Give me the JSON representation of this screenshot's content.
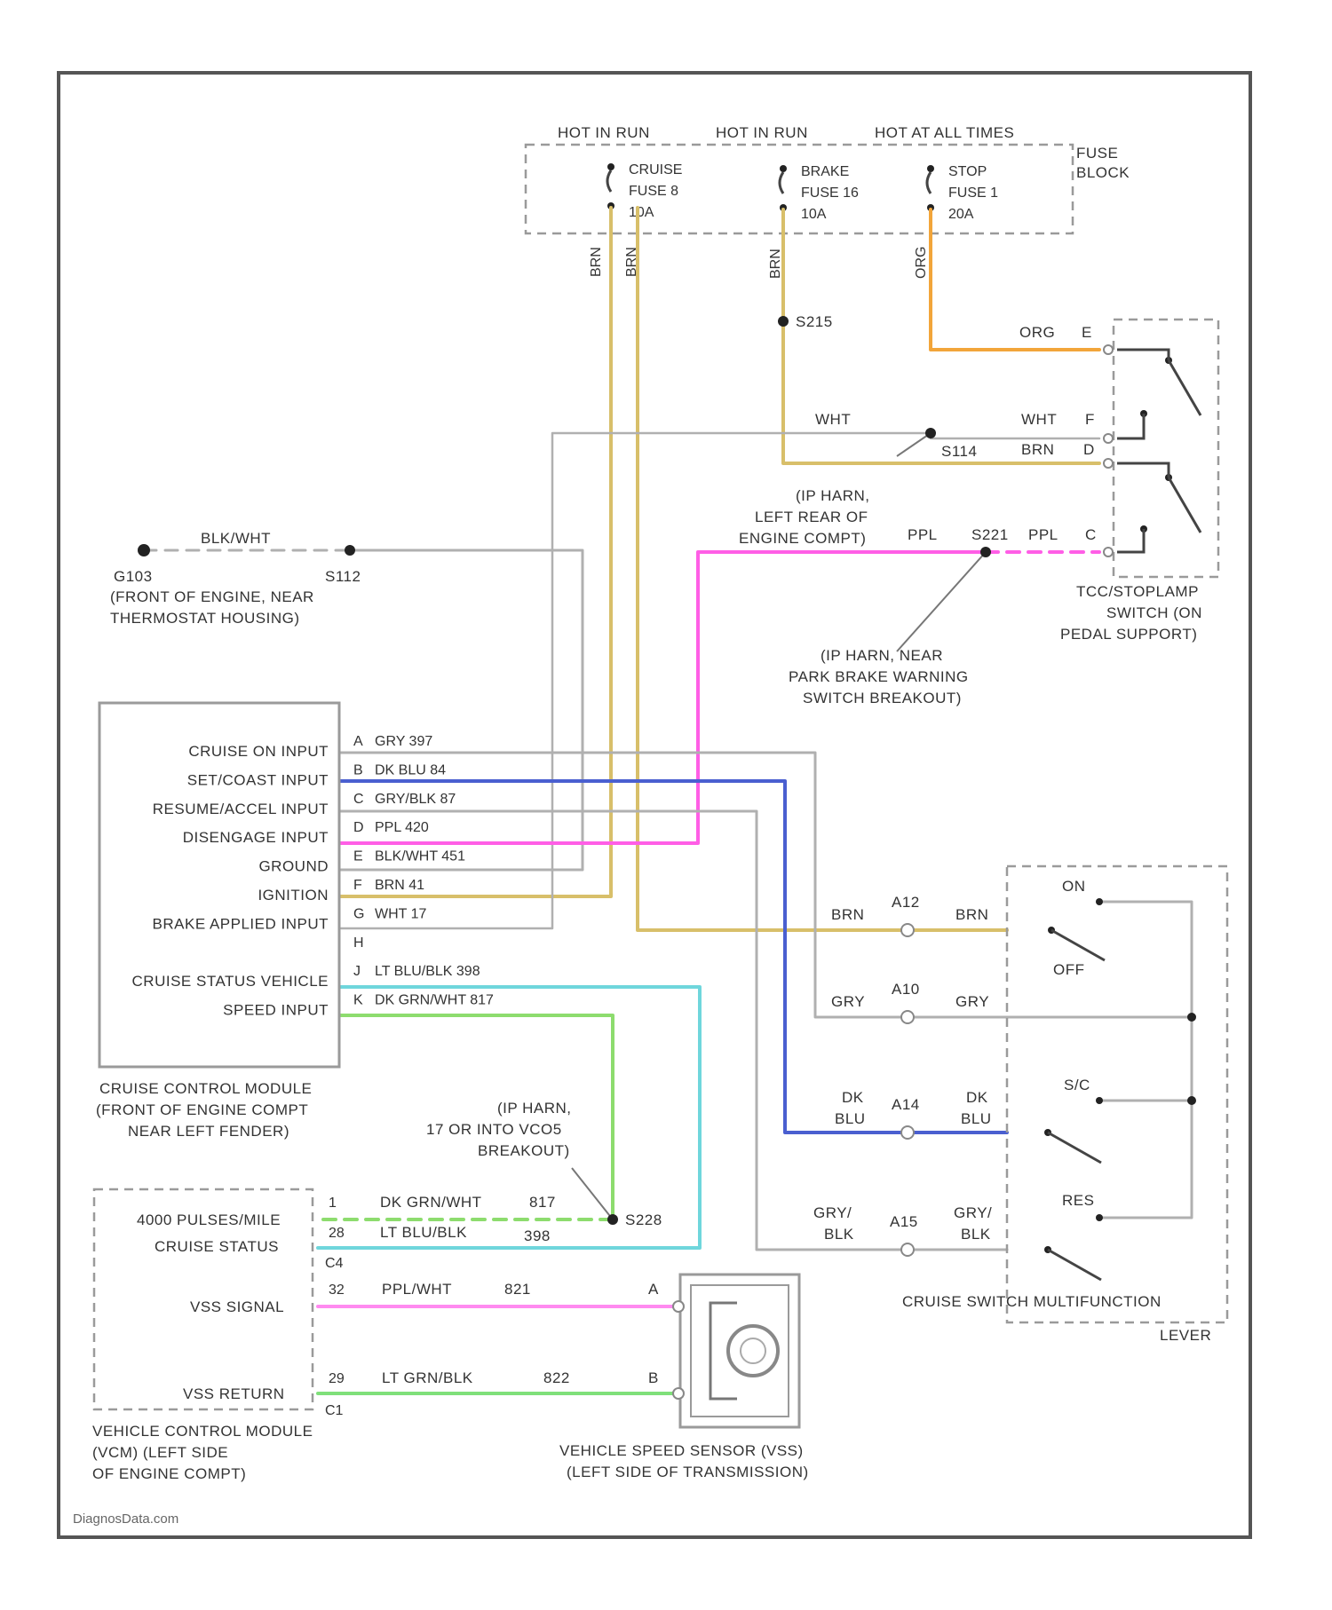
{
  "colors": {
    "tan": "#d8bf6a",
    "orange": "#f2a53a",
    "gray": "#b0b0b0",
    "pink": "#ff5ee6",
    "blue": "#4a5fd0",
    "cyan": "#6fd6dc",
    "green": "#8ddc6e",
    "lightpink": "#ff8af0",
    "lightgreen": "#7fe07a"
  },
  "supply": {
    "hot_run_1": "HOT IN RUN",
    "hot_run_2": "HOT IN RUN",
    "hot_all": "HOT AT ALL TIMES",
    "fuse_block": [
      "FUSE",
      "BLOCK"
    ],
    "fuse_cruise": [
      "CRUISE",
      "FUSE 8",
      "10A"
    ],
    "fuse_brake": [
      "BRAKE",
      "FUSE 16",
      "10A"
    ],
    "fuse_stop": [
      "STOP",
      "FUSE 1",
      "20A"
    ],
    "wire_tan_1": "BRN",
    "wire_tan_2": "BRN",
    "wire_tan_3": "BRN",
    "wire_org": "ORG"
  },
  "splices": {
    "s215": "S215",
    "s114": "S114",
    "s221": "S221",
    "s112": "S112",
    "s228": "S228",
    "g103": "G103"
  },
  "stoplamp": {
    "org_label": "ORG",
    "pin_e": "E",
    "wht_left": "WHT",
    "wht_right": "WHT",
    "pin_f": "F",
    "brn_label": "BRN",
    "pin_d": "D",
    "ppl_left": "PPL",
    "ppl_right": "PPL",
    "pin_c": "C",
    "name": [
      "TCC/STOPLAMP",
      "SWITCH (ON",
      "PEDAL SUPPORT)"
    ],
    "ip_harn": [
      "(IP HARN,",
      "LEFT REAR OF",
      "ENGINE COMPT)"
    ],
    "ip_harn_park": [
      "(IP HARN, NEAR",
      "PARK BRAKE WARNING",
      "SWITCH BREAKOUT)"
    ]
  },
  "ground": {
    "wire": "BLK/WHT",
    "location": [
      "(FRONT OF ENGINE, NEAR",
      "THERMOSTAT HOUSING)"
    ]
  },
  "ccm": {
    "inputs": [
      "CRUISE ON INPUT",
      "SET/COAST INPUT",
      "RESUME/ACCEL INPUT",
      "DISENGAGE INPUT",
      "GROUND",
      "IGNITION",
      "BRAKE APPLIED INPUT",
      "",
      "CRUISE STATUS VEHICLE",
      "SPEED INPUT"
    ],
    "pins": [
      "A",
      "B",
      "C",
      "D",
      "E",
      "F",
      "G",
      "H",
      "J",
      "K"
    ],
    "wires": [
      "GRY 397",
      "DK BLU  84",
      "GRY/BLK  87",
      "PPL  420",
      "BLK/WHT  451",
      "BRN  41",
      "WHT  17",
      "",
      "LT BLU/BLK      398",
      "DK GRN/WHT     817"
    ],
    "name": [
      "CRUISE CONTROL MODULE",
      "(FRONT OF ENGINE COMPT",
      "NEAR LEFT FENDER)"
    ]
  },
  "multifunction": {
    "on": "ON",
    "off": "OFF",
    "sc": "S/C",
    "res": "RES",
    "name": "CRUISE SWITCH MULTIFUNCTION",
    "name2": "LEVER",
    "brn_l": "BRN",
    "a12": "A12",
    "brn_r": "BRN",
    "gry_l": "GRY",
    "a10": "A10",
    "gry_r": "GRY",
    "dkblu_l": [
      "DK",
      "BLU"
    ],
    "a14": "A14",
    "dkblu_r": [
      "DK",
      "BLU"
    ],
    "grybk_l": [
      "GRY/",
      "BLK"
    ],
    "a15": "A15",
    "grybk_r": [
      "GRY/",
      "BLK"
    ]
  },
  "vcm": {
    "signals": [
      "4000 PULSES/MILE",
      "CRUISE STATUS",
      "VSS SIGNAL",
      "VSS RETURN"
    ],
    "pins": [
      "1",
      "28",
      "C4",
      "32",
      "29",
      "C1"
    ],
    "wire_1": "DK GRN/WHT",
    "wire_1_num": "817",
    "wire_2": "LT BLU/BLK",
    "wire_2_num": "398",
    "wire_3": "PPL/WHT",
    "wire_3_num": "821",
    "wire_4": "LT GRN/BLK",
    "wire_4_num": "822",
    "pin_a": "A",
    "pin_b": "B",
    "name": [
      "VEHICLE CONTROL MODULE",
      "(VCM) (LEFT SIDE",
      "OF ENGINE COMPT)"
    ],
    "ip_harn": [
      "(IP HARN,",
      "17 OR INTO VCO5",
      "BREAKOUT)"
    ]
  },
  "vss": {
    "name": [
      "VEHICLE SPEED SENSOR (VSS)",
      "(LEFT SIDE OF TRANSMISSION)"
    ]
  },
  "footer": "DiagnosData.com"
}
